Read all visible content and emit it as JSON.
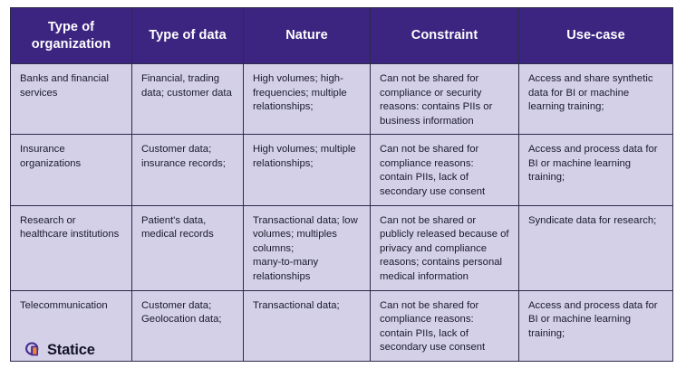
{
  "table": {
    "headers": [
      "Type of\norganization",
      "Type of data",
      "Nature",
      "Constraint",
      "Use-case"
    ],
    "rows": [
      {
        "organization": "Banks and financial services",
        "data": "Financial, trading data; customer data",
        "nature": "High volumes; high-frequencies; multiple relationships;",
        "constraint": "Can not be shared for compliance or security reasons: contains PIIs or business information",
        "usecase": "Access and share synthetic data for BI or machine learning training;"
      },
      {
        "organization": "Insurance organizations",
        "data": "Customer data; insurance records;",
        "nature": "High volumes; multiple relationships;",
        "constraint": "Can not be shared for compliance reasons: contain PIIs, lack of secondary use consent",
        "usecase": "Access and process data for BI or machine learning training;"
      },
      {
        "organization": "Research or healthcare institutions",
        "data": "Patient's data, medical records",
        "nature": "Transactional data; low volumes; multiples columns;\nmany-to-many relationships",
        "constraint": "Can not be shared or publicly released because of privacy and compliance reasons; contains personal medical information",
        "usecase": "Syndicate data for research;"
      },
      {
        "organization": "Telecommunication",
        "data": "Customer data; Geolocation data;",
        "nature": "Transactional data;",
        "constraint": "Can not be shared for compliance reasons: contain PIIs, lack of secondary use consent",
        "usecase": "Access and process data for BI or machine learning training;"
      }
    ]
  },
  "brand": {
    "name": "Statice",
    "mark_icon": "statice-logo-icon"
  },
  "colors": {
    "header_background": "#3b2580",
    "header_text": "#ffffff",
    "cell_background": "#d3d0e8",
    "cell_text": "#1a1a2b",
    "border": "#2c2a4a",
    "page_background": "#ffffff",
    "brand_purple": "#4b2c91",
    "brand_orange": "#f0883a"
  }
}
